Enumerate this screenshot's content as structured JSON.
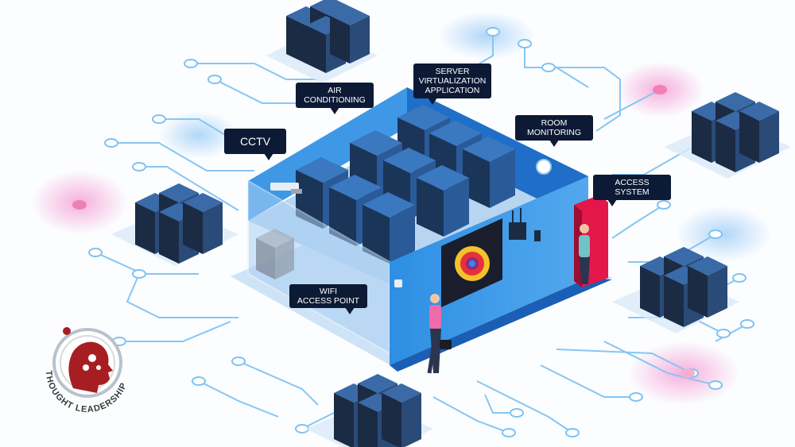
{
  "labels": {
    "air_conditioning": "AIR\nCONDITIONING",
    "server_virtualization": "SERVER\nVIRTUALIZATION\nAPPLICATION",
    "room_monitoring": "ROOM\nMONITORING",
    "cctv": "CCTV",
    "access_system": "ACCESS\nSYSTEM",
    "wifi_access_point": "WIFI\nACCESS POINT"
  },
  "logo": {
    "text": "THOUGHT LEADERSHIP"
  },
  "colors": {
    "callout_bg": "#0d1a35",
    "wall_blue": "#2a90e6",
    "floor": "#cfe3f7",
    "rack_blue": "#2f6fb8",
    "rack_dark": "#1b2b44",
    "circuit": "#7fc3f2",
    "door": "#e4174a",
    "logo_red": "#a71e22"
  },
  "icons": [
    "server-rack-icon",
    "access-point-icon",
    "cctv-camera-icon",
    "door-icon",
    "person-icon",
    "briefcase-icon",
    "monitor-icon",
    "brain-head-icon"
  ]
}
